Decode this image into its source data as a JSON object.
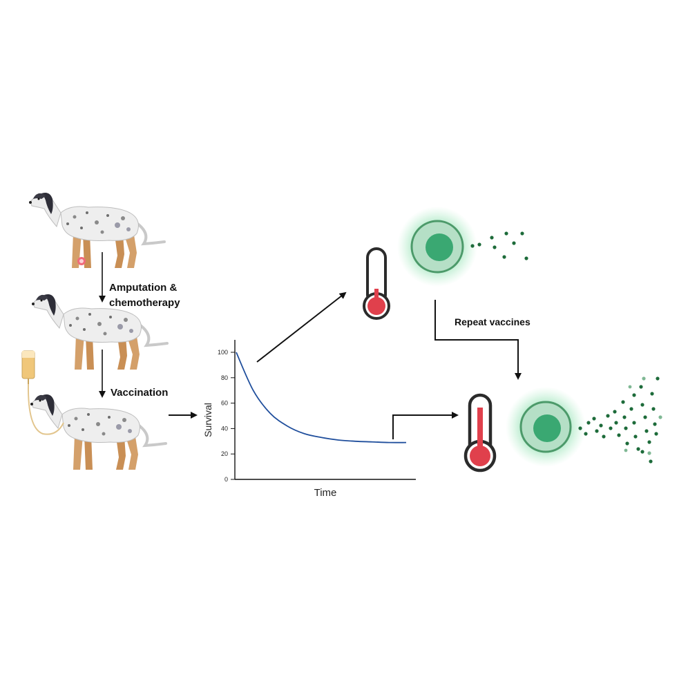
{
  "steps": {
    "amputation_label_line1": "Amputation &",
    "amputation_label_line2": "chemotherapy",
    "vaccination_label": "Vaccination",
    "repeat_label": "Repeat vaccines"
  },
  "icons": [
    "dog-icon",
    "iv-bag-icon",
    "wound-icon",
    "thermometer-icon",
    "immune-cell-icon",
    "cytokine-particles-icon"
  ],
  "colors": {
    "curve": "#1f4e9c",
    "thermometer_red": "#e0404c",
    "cell_green": "#3aa872",
    "particle_green": "#1d6b3a"
  },
  "chart_data": {
    "type": "line",
    "xlabel": "Time",
    "ylabel": "Survival",
    "yticks": [
      "0",
      "20",
      "40",
      "60",
      "80",
      "100"
    ],
    "ylim": [
      0,
      100
    ],
    "series": [
      {
        "x": [
          0,
          1,
          2,
          3,
          4,
          5,
          6,
          7,
          8,
          9,
          10
        ],
        "values": [
          100,
          70,
          52,
          42,
          36,
          33,
          31,
          30,
          29.5,
          29,
          29
        ]
      }
    ]
  }
}
